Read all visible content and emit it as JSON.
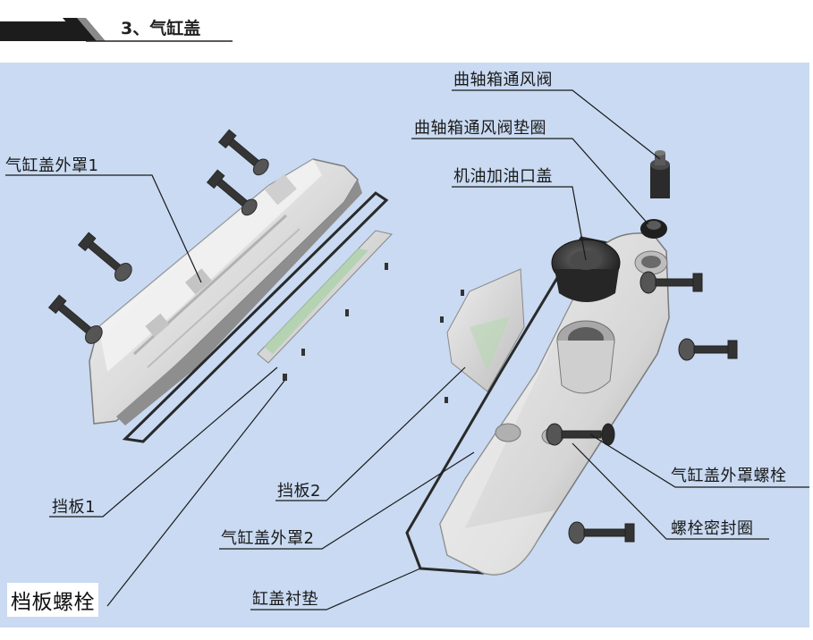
{
  "header": {
    "section_title": "3、气缸盖"
  },
  "labels": {
    "vent_valve": "曲轴箱通风阀",
    "vent_valve_gasket": "曲轴箱通风阀垫圈",
    "oil_filler_cap": "机油加油口盖",
    "outer_cover_1": "气缸盖外罩1",
    "baffle_1": "挡板1",
    "baffle_2": "挡板2",
    "outer_cover_2": "气缸盖外罩2",
    "baffle_bolt": "档板螺栓",
    "cover_gasket": "缸盖衬垫",
    "outer_cover_bolt": "气缸盖外罩螺栓",
    "bolt_seal": "螺栓密封圈"
  },
  "colors": {
    "background": "#c9daf2",
    "part_fill": "#e6e6e6",
    "part_shadow": "#9a9a9a",
    "bolt": "#3a3a3a",
    "leader": "#222222"
  }
}
